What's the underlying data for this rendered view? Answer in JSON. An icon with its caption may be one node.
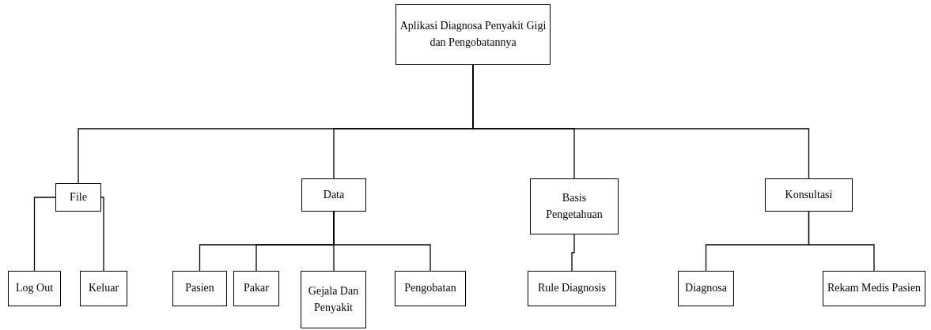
{
  "diagram": {
    "nodes": [
      {
        "text": [
          "Aplikasi Diagnosa Penyakit Gigi dan Pengobatannya"
        ]
      },
      {
        "text": [
          "File"
        ]
      },
      {
        "text": [
          "Data"
        ]
      },
      {
        "text": [
          "Basis Pengetahuan"
        ]
      },
      {
        "text": [
          "Konsultasi"
        ]
      },
      {
        "text": [
          "Log Out"
        ]
      },
      {
        "text": [
          "Keluar"
        ]
      },
      {
        "text": [
          "Pasien"
        ]
      },
      {
        "text": [
          "Pakar"
        ]
      },
      {
        "text": [
          "Gejala Dan Penyakit"
        ]
      },
      {
        "text": [
          "Pengobatan"
        ]
      },
      {
        "text": [
          "Rule Diagnosis"
        ]
      },
      {
        "text": [
          "Diagnosa"
        ]
      },
      {
        "text": [
          "Rekam Medis Pasien"
        ]
      }
    ],
    "edges": [
      {
        "from": 0,
        "to": 1,
        "arrow": "none"
      },
      {
        "from": 0,
        "to": 2,
        "arrow": "none"
      },
      {
        "from": 0,
        "to": 3,
        "arrow": "none"
      },
      {
        "from": 0,
        "to": 4,
        "arrow": "none"
      },
      {
        "from": 1,
        "to": 5,
        "arrow": "none"
      },
      {
        "from": 1,
        "to": 6,
        "arrow": "none"
      },
      {
        "from": 2,
        "to": 7,
        "arrow": "none"
      },
      {
        "from": 2,
        "to": 8,
        "arrow": "none"
      },
      {
        "from": 2,
        "to": 9,
        "arrow": "none"
      },
      {
        "from": 2,
        "to": 10,
        "arrow": "none"
      },
      {
        "from": 3,
        "to": 11,
        "arrow": "none"
      },
      {
        "from": 4,
        "to": 12,
        "arrow": "none"
      },
      {
        "from": 4,
        "to": 13,
        "arrow": "none"
      }
    ]
  }
}
